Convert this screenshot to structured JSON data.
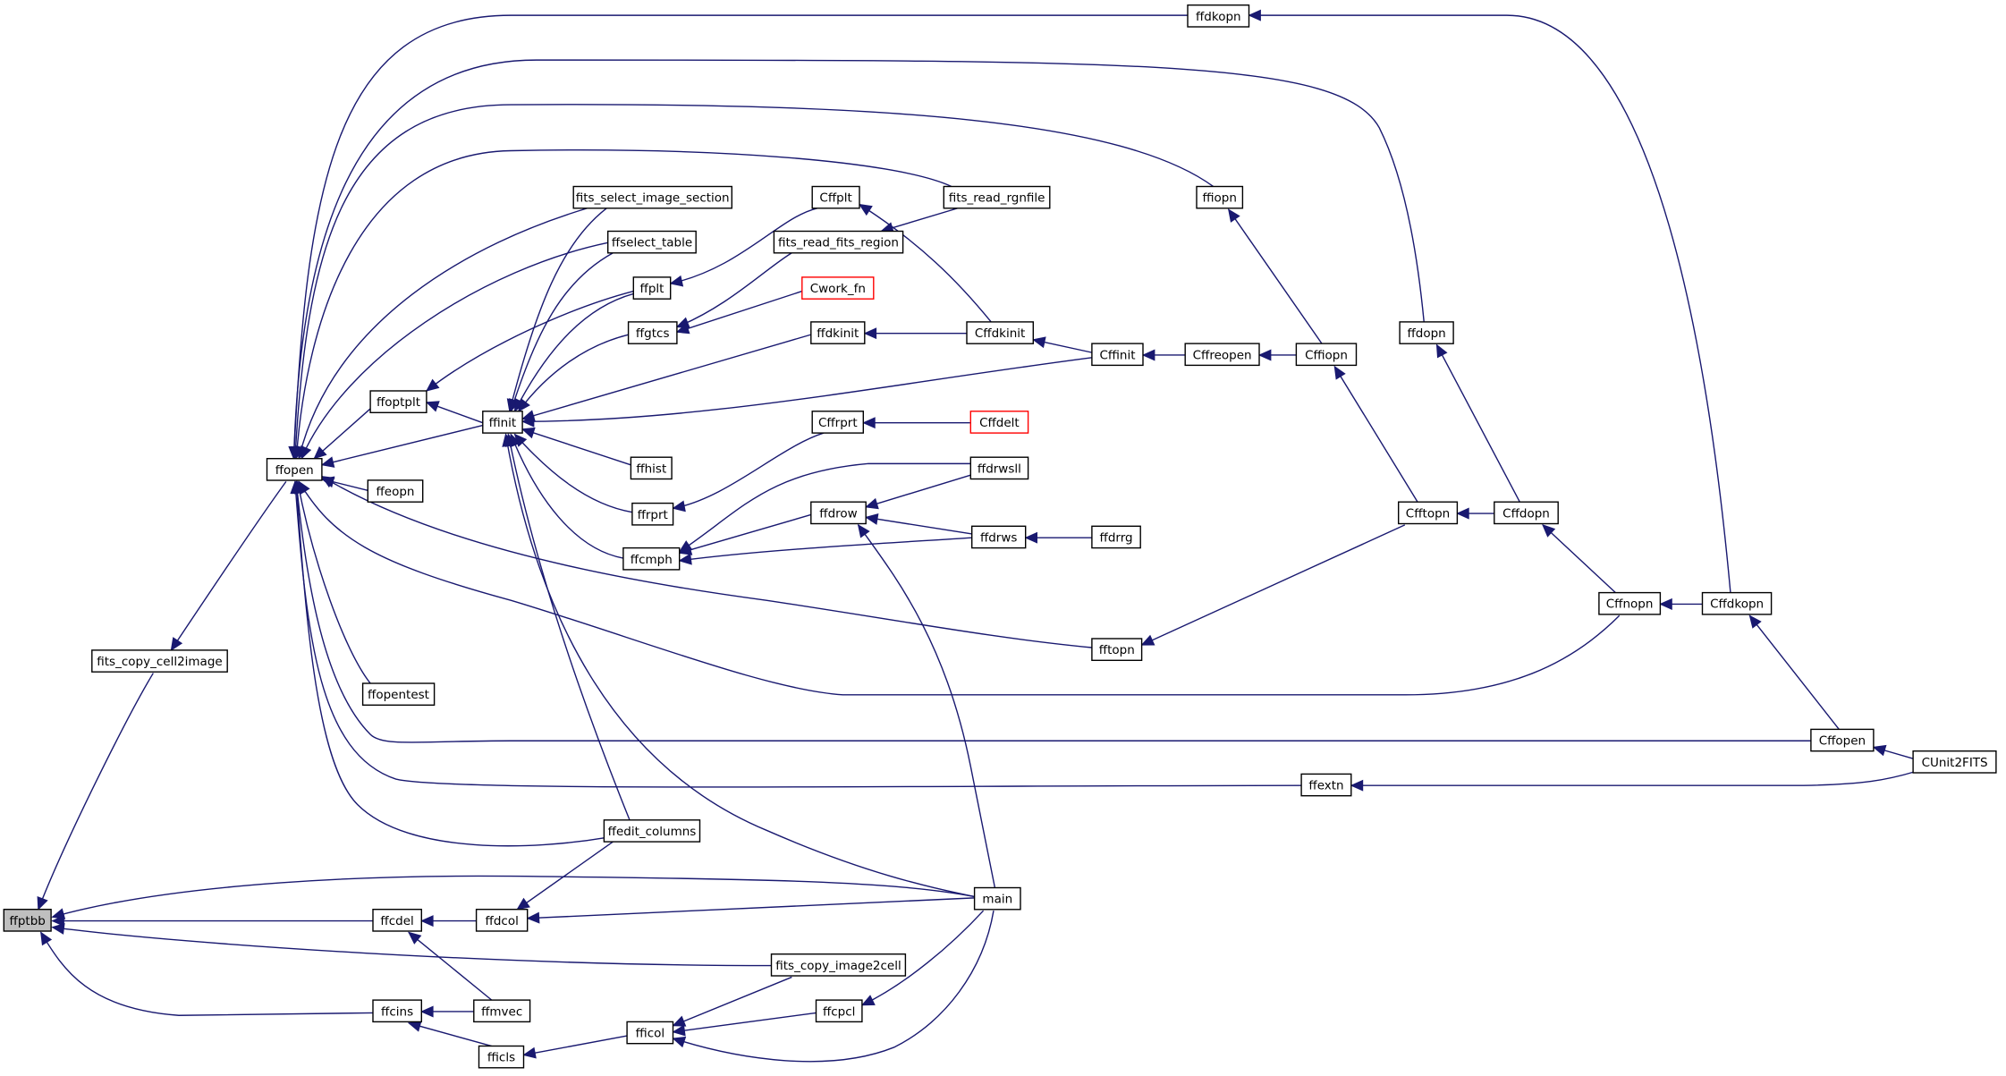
{
  "graph": {
    "nodes": [
      {
        "id": "ffptbb",
        "label": "ffptbb"
      },
      {
        "id": "fits_copy_cell2image",
        "label": "fits_copy_cell2image"
      },
      {
        "id": "ffopen",
        "label": "ffopen"
      },
      {
        "id": "ffoptplt",
        "label": "ffoptplt"
      },
      {
        "id": "ffeopn",
        "label": "ffeopn"
      },
      {
        "id": "ffopentest",
        "label": "ffopentest"
      },
      {
        "id": "ffinit",
        "label": "ffinit"
      },
      {
        "id": "fits_select_image_section",
        "label": "fits_select_image_section"
      },
      {
        "id": "ffselect_table",
        "label": "ffselect_table"
      },
      {
        "id": "ffplt",
        "label": "ffplt"
      },
      {
        "id": "ffgtcs",
        "label": "ffgtcs"
      },
      {
        "id": "ffhist",
        "label": "ffhist"
      },
      {
        "id": "ffrprt",
        "label": "ffrprt"
      },
      {
        "id": "ffcmph",
        "label": "ffcmph"
      },
      {
        "id": "ffedit_columns",
        "label": "ffedit_columns"
      },
      {
        "id": "ffcdel",
        "label": "ffcdel"
      },
      {
        "id": "ffdcol",
        "label": "ffdcol"
      },
      {
        "id": "ffcins",
        "label": "ffcins"
      },
      {
        "id": "ffmvec",
        "label": "ffmvec"
      },
      {
        "id": "fficls",
        "label": "fficls"
      },
      {
        "id": "fficol",
        "label": "fficol"
      },
      {
        "id": "fits_copy_image2cell",
        "label": "fits_copy_image2cell"
      },
      {
        "id": "ffcpcl",
        "label": "ffcpcl"
      },
      {
        "id": "main",
        "label": "main"
      },
      {
        "id": "Cffplt",
        "label": "Cffplt"
      },
      {
        "id": "fits_read_fits_region",
        "label": "fits_read_fits_region"
      },
      {
        "id": "Cwork_fn",
        "label": "Cwork_fn",
        "style": "red"
      },
      {
        "id": "ffdkinit",
        "label": "ffdkinit"
      },
      {
        "id": "Cffrprt",
        "label": "Cffrprt"
      },
      {
        "id": "ffdrow",
        "label": "ffdrow"
      },
      {
        "id": "fits_read_rgnfile",
        "label": "fits_read_rgnfile"
      },
      {
        "id": "Cffdkinit",
        "label": "Cffdkinit"
      },
      {
        "id": "Cffdelt",
        "label": "Cffdelt",
        "style": "red"
      },
      {
        "id": "ffdrwsll",
        "label": "ffdrwsll"
      },
      {
        "id": "ffdrws",
        "label": "ffdrws"
      },
      {
        "id": "ffdrrg",
        "label": "ffdrrg"
      },
      {
        "id": "Cffinit",
        "label": "Cffinit"
      },
      {
        "id": "fftopn",
        "label": "fftopn"
      },
      {
        "id": "ffdkopn",
        "label": "ffdkopn"
      },
      {
        "id": "ffiopn",
        "label": "ffiopn"
      },
      {
        "id": "Cffreopen",
        "label": "Cffreopen"
      },
      {
        "id": "Cffiopn",
        "label": "Cffiopn"
      },
      {
        "id": "ffextn",
        "label": "ffextn"
      },
      {
        "id": "ffdopn",
        "label": "ffdopn"
      },
      {
        "id": "Cfftopn",
        "label": "Cfftopn"
      },
      {
        "id": "Cffdopn",
        "label": "Cffdopn"
      },
      {
        "id": "Cffnopn",
        "label": "Cffnopn"
      },
      {
        "id": "Cffdkopn",
        "label": "Cffdkopn"
      },
      {
        "id": "Cffopen",
        "label": "Cffopen"
      },
      {
        "id": "CUnit2FITS",
        "label": "CUnit2FITS"
      }
    ],
    "edges": [
      [
        "ffptbb",
        "fits_copy_cell2image"
      ],
      [
        "ffptbb",
        "ffcdel"
      ],
      [
        "ffptbb",
        "ffcins"
      ],
      [
        "ffptbb",
        "fits_copy_image2cell"
      ],
      [
        "ffptbb",
        "main"
      ],
      [
        "fits_copy_cell2image",
        "ffopen"
      ],
      [
        "ffopen",
        "ffoptplt"
      ],
      [
        "ffopen",
        "ffeopn"
      ],
      [
        "ffopen",
        "ffopentest"
      ],
      [
        "ffopen",
        "ffinit"
      ],
      [
        "ffopen",
        "fits_select_image_section"
      ],
      [
        "ffopen",
        "ffselect_table"
      ],
      [
        "ffopen",
        "fits_read_rgnfile"
      ],
      [
        "ffopen",
        "ffedit_columns"
      ],
      [
        "ffopen",
        "fftopn"
      ],
      [
        "ffopen",
        "ffdkopn"
      ],
      [
        "ffopen",
        "ffiopn"
      ],
      [
        "ffopen",
        "ffdopn"
      ],
      [
        "ffopen",
        "Cffnopn"
      ],
      [
        "ffopen",
        "Cffopen"
      ],
      [
        "ffopen",
        "ffextn"
      ],
      [
        "ffoptplt",
        "ffinit"
      ],
      [
        "ffoptplt",
        "ffplt"
      ],
      [
        "ffinit",
        "fits_select_image_section"
      ],
      [
        "ffinit",
        "ffselect_table"
      ],
      [
        "ffinit",
        "ffplt"
      ],
      [
        "ffinit",
        "ffgtcs"
      ],
      [
        "ffinit",
        "ffhist"
      ],
      [
        "ffinit",
        "ffrprt"
      ],
      [
        "ffinit",
        "ffcmph"
      ],
      [
        "ffinit",
        "ffedit_columns"
      ],
      [
        "ffinit",
        "main"
      ],
      [
        "ffinit",
        "ffdkinit"
      ],
      [
        "ffinit",
        "Cffinit"
      ],
      [
        "ffplt",
        "Cffplt"
      ],
      [
        "ffgtcs",
        "fits_read_fits_region"
      ],
      [
        "ffgtcs",
        "Cwork_fn"
      ],
      [
        "ffrprt",
        "Cffrprt"
      ],
      [
        "ffcmph",
        "ffdrow"
      ],
      [
        "ffcmph",
        "ffdrwsll"
      ],
      [
        "ffcmph",
        "ffdrws"
      ],
      [
        "ffdkinit",
        "Cffdkinit"
      ],
      [
        "Cffplt",
        "Cffdkinit"
      ],
      [
        "fits_read_fits_region",
        "fits_read_rgnfile"
      ],
      [
        "Cffrprt",
        "Cffdelt"
      ],
      [
        "ffdrow",
        "ffdrwsll"
      ],
      [
        "ffdrow",
        "ffdrws"
      ],
      [
        "ffdrow",
        "main"
      ],
      [
        "ffdrws",
        "ffdrrg"
      ],
      [
        "Cffdkinit",
        "Cffinit"
      ],
      [
        "Cffinit",
        "Cffreopen"
      ],
      [
        "Cffreopen",
        "Cffiopn"
      ],
      [
        "ffiopn",
        "Cffiopn"
      ],
      [
        "Cffiopn",
        "Cfftopn"
      ],
      [
        "fftopn",
        "Cfftopn"
      ],
      [
        "Cfftopn",
        "Cffdopn"
      ],
      [
        "ffdopn",
        "Cffdopn"
      ],
      [
        "Cffdopn",
        "Cffnopn"
      ],
      [
        "Cffnopn",
        "Cffdkopn"
      ],
      [
        "ffdkopn",
        "Cffdkopn"
      ],
      [
        "Cffdkopn",
        "Cffopen"
      ],
      [
        "Cffopen",
        "CUnit2FITS"
      ],
      [
        "ffextn",
        "CUnit2FITS"
      ],
      [
        "ffcdel",
        "ffdcol"
      ],
      [
        "ffcdel",
        "ffmvec"
      ],
      [
        "ffdcol",
        "ffedit_columns"
      ],
      [
        "ffdcol",
        "main"
      ],
      [
        "ffcins",
        "ffmvec"
      ],
      [
        "ffcins",
        "fficls"
      ],
      [
        "fficls",
        "fficol"
      ],
      [
        "fficol",
        "fits_copy_image2cell"
      ],
      [
        "fficol",
        "ffcpcl"
      ],
      [
        "fficol",
        "main"
      ],
      [
        "ffcpcl",
        "main"
      ]
    ]
  },
  "colors": {
    "edge": "#191970",
    "node_border": "#000000",
    "highlight_border": "#ff0000",
    "root_fill": "#bfbfbf"
  }
}
